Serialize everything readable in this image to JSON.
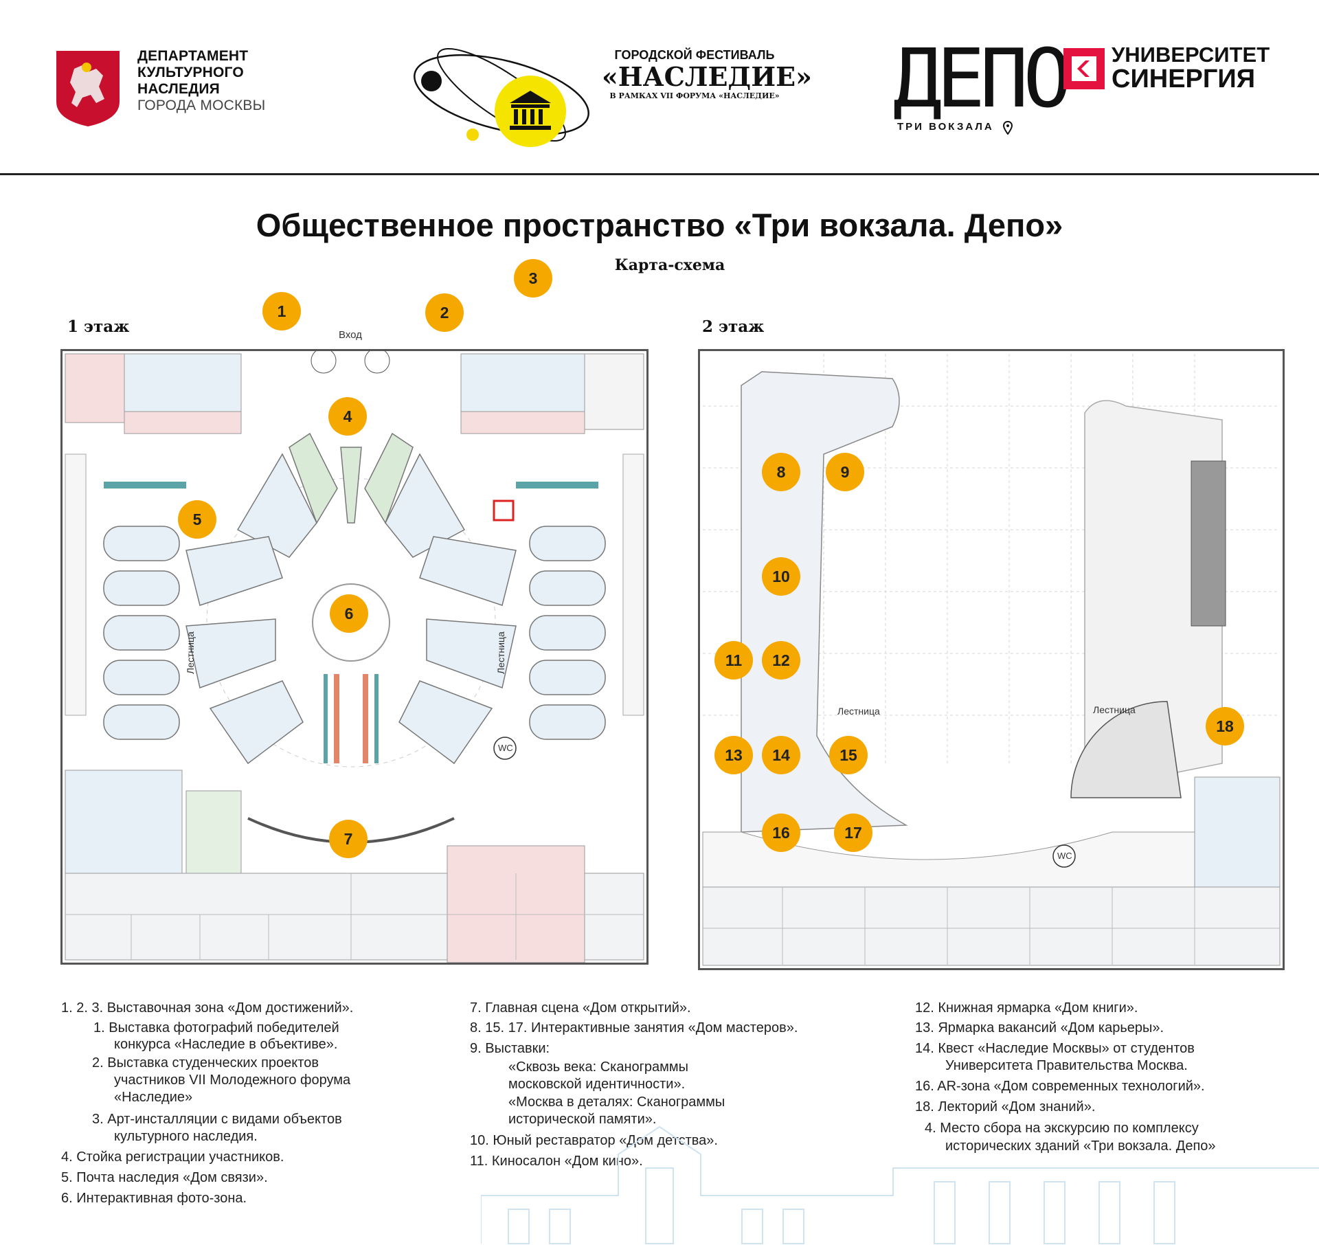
{
  "header": {
    "dept": {
      "line1": "ДЕПАРТАМЕНТ",
      "line2": "КУЛЬТУРНОГО",
      "line3": "НАСЛЕДИЯ",
      "line4": "ГОРОДА МОСКВЫ",
      "emblem_icon": "moscow-coat-of-arms-icon"
    },
    "festival": {
      "line1": "ГОРОДСКОЙ ФЕСТИВАЛЬ",
      "line2": "«НАСЛЕДИЕ»",
      "line3": "В РАМКАХ VII ФОРУМА «НАСЛЕДИЕ»",
      "logo_icon": "orbit-museum-logo-icon"
    },
    "depo": {
      "name": "ДЕПО",
      "sub": "ТРИ ВОКЗАЛА",
      "pin_icon": "location-pin-icon"
    },
    "synergy": {
      "line1": "УНИВЕРСИТЕТ",
      "line2": "СИНЕРГИЯ",
      "logo_icon": "synergy-logo-icon"
    }
  },
  "title": "Общественное пространство «Три вокзала. Депо»",
  "subtitle": "Карта-схема",
  "floor1": {
    "label": "1 этаж",
    "entrance": "Вход",
    "stairs": [
      "Лестница",
      "Лестница"
    ],
    "wc": "WC"
  },
  "floor2": {
    "label": "2 этаж",
    "stairs": [
      "Лестница",
      "Лестница"
    ],
    "wc": "WC"
  },
  "markers": [
    "1",
    "2",
    "3",
    "4",
    "5",
    "6",
    "7",
    "8",
    "9",
    "10",
    "11",
    "12",
    "13",
    "14",
    "15",
    "16",
    "17",
    "18"
  ],
  "legend": {
    "col1": [
      "1. 2. 3. Выставочная зона «Дом достижений».",
      "1. Выставка фотографий победителей",
      "конкурса «Наследие в объективе».",
      "2. Выставка студенческих проектов",
      "участников VII Молодежного форума",
      "«Наследие»",
      "3. Арт-инсталляции с видами объектов",
      "культурного наследия.",
      "4. Стойка регистрации участников.",
      "5. Почта наследия «Дом связи».",
      "6. Интерактивная фото-зона."
    ],
    "col2": [
      "7. Главная сцена «Дом открытий».",
      "8. 15. 17.  Интерактивные занятия «Дом мастеров».",
      "9.  Выставки:",
      "«Сквозь века: Сканограммы",
      "московской идентичности».",
      "«Москва в деталях: Сканограммы",
      "исторической памяти».",
      "10. Юный реставратор «Дом детства».",
      "11.  Киносалон «Дом кино»."
    ],
    "col3": [
      "12.  Книжная ярмарка «Дом книги».",
      "13.  Ярмарка вакансий «Дом карьеры».",
      "14.  Квест «Наследие Москвы» от студентов",
      "Университета Правительства Москва.",
      "16.   AR-зона «Дом современных технологий».",
      "18.  Лекторий «Дом знаний».",
      "4. Место сбора на экскурсию по комплексу",
      "исторических зданий «Три вокзала. Депо»"
    ]
  },
  "colors": {
    "marker": "#f5a800",
    "synergy_red": "#e4123e",
    "floor_blue": "#e8f0f7",
    "floor_pink": "#f6dede",
    "floor_green": "#d9ead7"
  }
}
